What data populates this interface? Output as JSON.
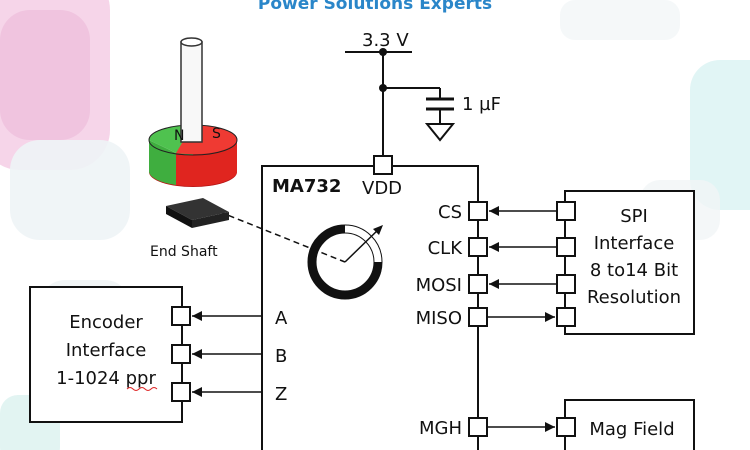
{
  "banner": "Power Solutions Experts",
  "supply": {
    "voltage": "3.3 V",
    "capacitor": "1 µF"
  },
  "chip": {
    "name": "MA732",
    "vdd": "VDD"
  },
  "magnet": {
    "north": "N",
    "south": "S",
    "caption": "End Shaft"
  },
  "encoder_box": {
    "lines": [
      "Encoder",
      "Interface",
      "1-1024 ppr"
    ]
  },
  "encoder_pins": [
    "A",
    "B",
    "Z"
  ],
  "spi_pins": [
    "CS",
    "CLK",
    "MOSI",
    "MISO"
  ],
  "spi_box": {
    "lines": [
      "SPI",
      "Interface",
      "8 to14 Bit",
      "Resolution"
    ]
  },
  "mgh_pin": "MGH",
  "mag_box": {
    "lines": [
      "Mag Field"
    ]
  },
  "colors": {
    "banner": "#2a86c9",
    "north": "#3fae3f",
    "south": "#e0251f",
    "line": "#111111"
  }
}
